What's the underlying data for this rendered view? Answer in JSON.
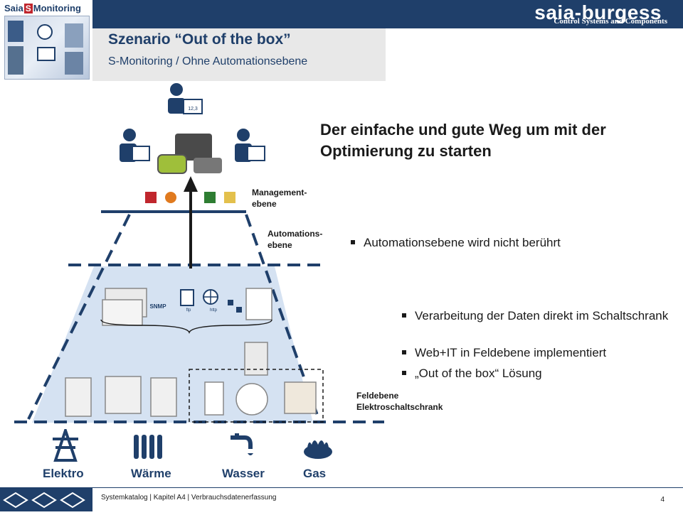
{
  "header": {
    "logo_prefix": "Saia",
    "logo_s": "S",
    "logo_suffix": "Monitoring",
    "brand": "saia-burgess",
    "brand_sub": "Control Systems and Components"
  },
  "slide": {
    "title": "Szenario “Out of the box”",
    "subtitle": "S-Monitoring / Ohne Automationsebene",
    "headline": "Der einfache und gute Weg um mit der Optimierung zu starten"
  },
  "levels": {
    "management": [
      "Management-",
      "ebene"
    ],
    "automation": [
      "Automations-",
      " ebene"
    ],
    "field": [
      "Feldebene",
      "Elektroschaltschrank"
    ]
  },
  "diagram": {
    "protocols": [
      "SNMP",
      "ftp",
      "http"
    ],
    "display_value": "12,3"
  },
  "bullets": {
    "automation": "Automationsebene wird nicht berührt",
    "field": [
      "Verarbeitung der Daten direkt im Schaltschrank",
      "Web+IT in Feldebene implementiert",
      "„Out of the box“ Lösung"
    ]
  },
  "utilities": [
    "Elektro",
    "Wärme",
    "Wasser",
    "Gas"
  ],
  "footer": {
    "text": "Systemkatalog | Kapitel A4 | Verbrauchsdatenerfassung",
    "page": "4"
  },
  "colors": {
    "navy": "#1f3f6a",
    "field_fill": "#d5e2f2",
    "red_accent": "#c0262d"
  }
}
